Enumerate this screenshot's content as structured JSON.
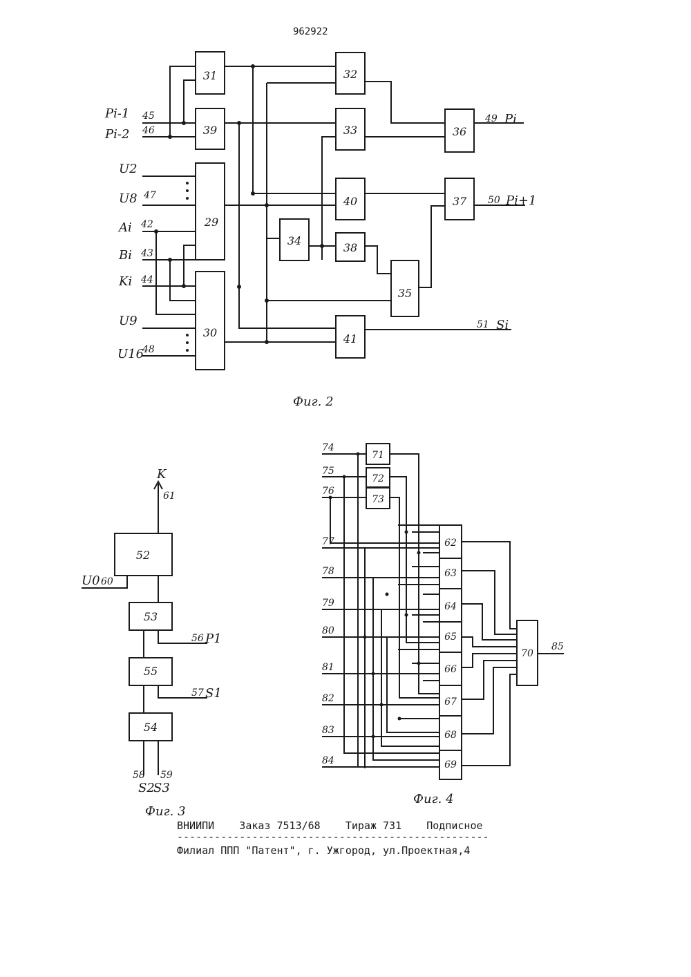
{
  "patent_number": "962922",
  "fig2": {
    "caption": "Фиг. 2",
    "blocks": {
      "b31": "31",
      "b39": "39",
      "b32": "32",
      "b33": "33",
      "b36": "36",
      "b29": "29",
      "b30": "30",
      "b40": "40",
      "b37": "37",
      "b34": "34",
      "b38": "38",
      "b35": "35",
      "b41": "41"
    },
    "inputs": {
      "p_i1": {
        "name": "Pi-1",
        "pin": "45"
      },
      "p_i2": {
        "name": "Pi-2",
        "pin": "46"
      },
      "u2": {
        "name": "U2"
      },
      "u8": {
        "name": "U8",
        "pin": "47"
      },
      "ai": {
        "name": "Ai",
        "pin": "42"
      },
      "bi": {
        "name": "Bi",
        "pin": "43"
      },
      "ki": {
        "name": "Ki",
        "pin": "44"
      },
      "u9": {
        "name": "U9"
      },
      "u16": {
        "name": "U16",
        "pin": "48"
      }
    },
    "outputs": {
      "pi": {
        "pin": "49",
        "name": "Pi"
      },
      "pi1": {
        "pin": "50",
        "name": "Pi+1"
      },
      "si": {
        "pin": "51",
        "name": "Si"
      }
    }
  },
  "fig3": {
    "caption": "Фиг. 3",
    "blocks": {
      "b52": "52",
      "b53": "53",
      "b55": "55",
      "b54": "54"
    },
    "output": {
      "name": "K",
      "pin": "61"
    },
    "inputs": {
      "u0": {
        "name": "U0",
        "pin": "60"
      },
      "p1": {
        "pin": "56",
        "name": "P1"
      },
      "s1": {
        "pin": "57",
        "name": "S1"
      },
      "s2": {
        "pin": "58",
        "name": "S2"
      },
      "s3": {
        "pin": "59",
        "name": "S3"
      }
    }
  },
  "fig4": {
    "caption": "Фиг. 4",
    "blocks": {
      "b71": "71",
      "b72": "72",
      "b73": "73",
      "b62": "62",
      "b63": "63",
      "b64": "64",
      "b65": "65",
      "b66": "66",
      "b67": "67",
      "b68": "68",
      "b69": "69",
      "b70": "70"
    },
    "inputs": [
      "74",
      "75",
      "76",
      "77",
      "78",
      "79",
      "80",
      "81",
      "82",
      "83",
      "84"
    ],
    "output_pin": "85"
  },
  "footer": {
    "line1": "ВНИИПИ    Заказ 7513/68    Тираж 731    Подписное",
    "dashes": "--------------------------------------------------",
    "line2": "Филиал ППП \"Патент\", г. Ужгород, ул.Проектная,4"
  }
}
